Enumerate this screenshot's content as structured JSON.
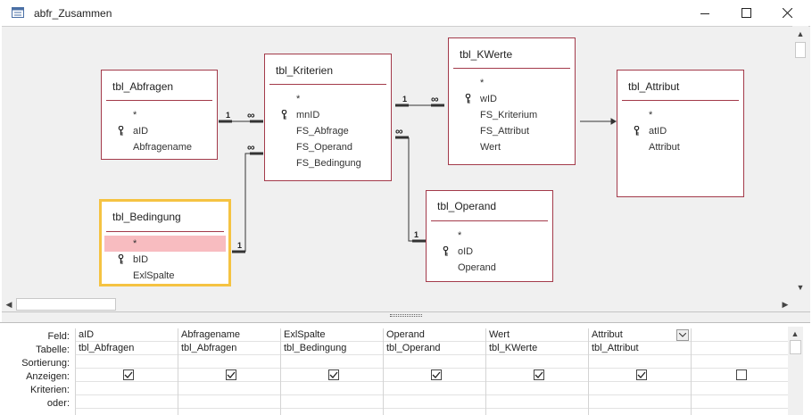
{
  "window": {
    "title": "abfr_Zusammen"
  },
  "tables": {
    "abfragen": {
      "name": "tbl_Abfragen",
      "fields": [
        "*",
        "aID",
        "Abfragename"
      ]
    },
    "kriterien": {
      "name": "tbl_Kriterien",
      "fields": [
        "*",
        "mnID",
        "FS_Abfrage",
        "FS_Operand",
        "FS_Bedingung"
      ]
    },
    "kwerte": {
      "name": "tbl_KWerte",
      "fields": [
        "*",
        "wID",
        "FS_Kriterium",
        "FS_Attribut",
        "Wert"
      ]
    },
    "attribut": {
      "name": "tbl_Attribut",
      "fields": [
        "*",
        "atID",
        "Attribut"
      ]
    },
    "bedingung": {
      "name": "tbl_Bedingung",
      "fields": [
        "*",
        "bID",
        "ExlSpalte"
      ]
    },
    "operand": {
      "name": "tbl_Operand",
      "fields": [
        "*",
        "oID",
        "Operand"
      ]
    }
  },
  "relations": {
    "one": "1",
    "many": "∞"
  },
  "grid": {
    "row_labels": [
      "Feld:",
      "Tabelle:",
      "Sortierung:",
      "Anzeigen:",
      "Kriterien:",
      "oder:"
    ],
    "columns": [
      {
        "field": "aID",
        "table": "tbl_Abfragen",
        "show": true
      },
      {
        "field": "Abfragename",
        "table": "tbl_Abfragen",
        "show": true
      },
      {
        "field": "ExlSpalte",
        "table": "tbl_Bedingung",
        "show": true
      },
      {
        "field": "Operand",
        "table": "tbl_Operand",
        "show": true
      },
      {
        "field": "Wert",
        "table": "tbl_KWerte",
        "show": true
      },
      {
        "field": "Attribut",
        "table": "tbl_Attribut",
        "show": true
      },
      {
        "field": "",
        "table": "",
        "show": false
      }
    ]
  }
}
